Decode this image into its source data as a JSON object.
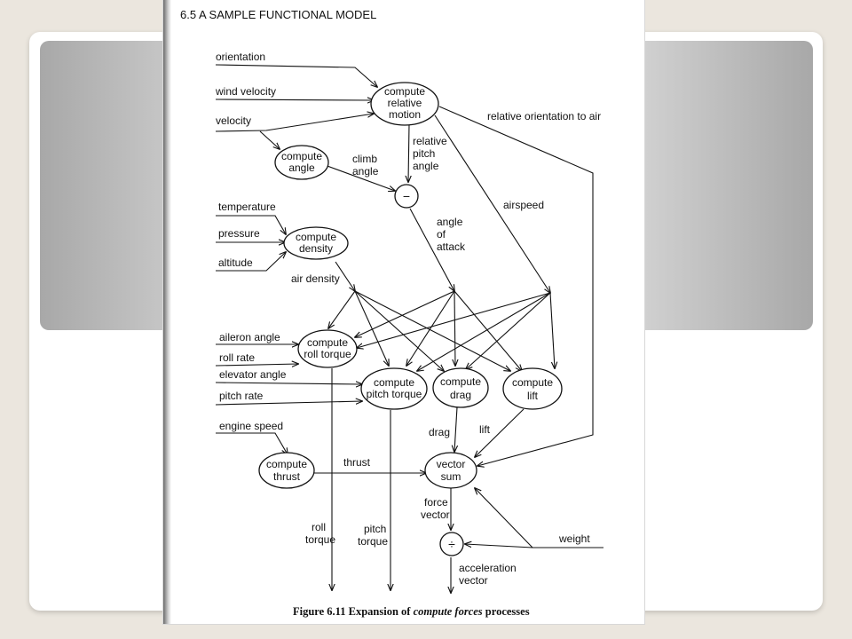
{
  "page": {
    "section_heading": "6.5 A SAMPLE FUNCTIONAL MODEL",
    "caption_prefix": "Figure 6.11 Expansion of ",
    "caption_italic": "compute forces",
    "caption_suffix": " processes"
  },
  "processes": {
    "relative_motion": [
      "compute",
      "relative",
      "motion"
    ],
    "angle": [
      "compute",
      "angle"
    ],
    "minus": "−",
    "density": [
      "compute",
      "density"
    ],
    "roll_torque": [
      "compute",
      "roll torque"
    ],
    "pitch_torque": [
      "compute",
      "pitch torque"
    ],
    "drag": [
      "compute",
      "drag"
    ],
    "lift": [
      "compute",
      "lift"
    ],
    "thrust": [
      "compute",
      "thrust"
    ],
    "vector_sum": [
      "vector",
      "sum"
    ],
    "divide": "÷"
  },
  "inputs": {
    "orientation": "orientation",
    "wind_velocity": "wind velocity",
    "velocity": "velocity",
    "temperature": "temperature",
    "pressure": "pressure",
    "altitude": "altitude",
    "aileron_angle": "aileron angle",
    "roll_rate": "roll rate",
    "elevator_angle": "elevator angle",
    "pitch_rate": "pitch rate",
    "engine_speed": "engine speed",
    "weight": "weight"
  },
  "flows": {
    "climb_angle": [
      "climb",
      "angle"
    ],
    "relative_pitch_angle": [
      "relative",
      "pitch",
      "angle"
    ],
    "relative_orientation": "relative orientation to air",
    "airspeed": "airspeed",
    "angle_of_attack": [
      "angle",
      "of",
      "attack"
    ],
    "air_density": "air density",
    "drag": "drag",
    "lift": "lift",
    "thrust": "thrust",
    "roll_torque": [
      "roll",
      "torque"
    ],
    "pitch_torque": [
      "pitch",
      "torque"
    ],
    "force_vector": [
      "force",
      "vector"
    ],
    "acceleration_vector": [
      "acceleration",
      "vector"
    ]
  }
}
